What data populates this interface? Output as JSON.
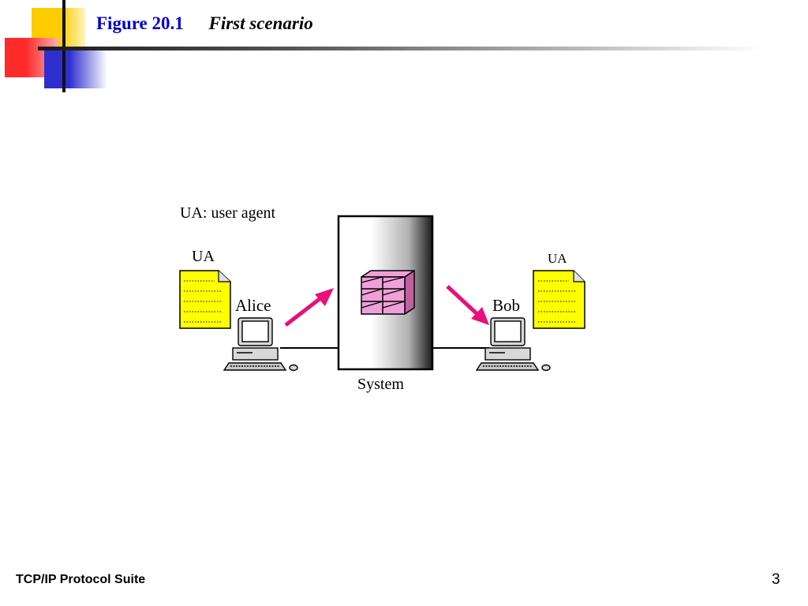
{
  "slide": {
    "figure_number": "Figure 20.1",
    "figure_title": "First scenario"
  },
  "diagram": {
    "legend": "UA: user agent",
    "left_doc_label": "UA",
    "right_doc_label": "UA",
    "left_user": "Alice",
    "right_user": "Bob",
    "system_label": "System"
  },
  "footer": {
    "left": "TCP/IP Protocol Suite",
    "page": "3"
  },
  "colors": {
    "title_blue": "#0000cc",
    "deco_yellow": "#ffcc00",
    "deco_red": "#ff3333",
    "deco_blue": "#3333cc",
    "arrow": "#e8107a",
    "doc_yellow": "#ffff00",
    "mailbox_pink": "#f0a0d8"
  }
}
